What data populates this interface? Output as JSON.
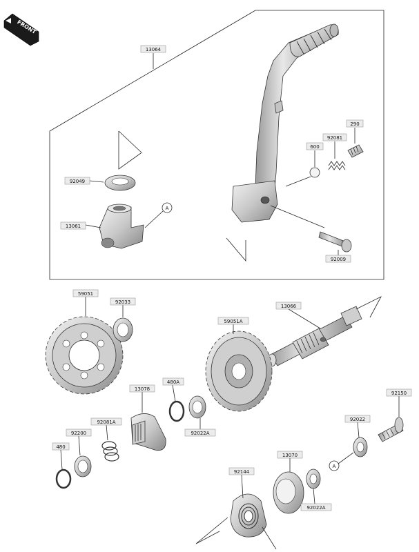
{
  "front_badge": {
    "text": "FRONT"
  },
  "labels": {
    "p13064": "13064",
    "p92049": "92049",
    "p13061": "13061",
    "ref_a_top": "A",
    "p600": "600",
    "p92081": "92081",
    "p290": "290",
    "p92009": "92009",
    "p59051": "59051",
    "p92033": "92033",
    "p13066": "13066",
    "p59051a": "59051A",
    "p480a": "480A",
    "p13078": "13078",
    "p92081a": "92081A",
    "p92022a_1": "92022A",
    "p92200": "92200",
    "p480": "480",
    "p92150": "92150",
    "p92022": "92022",
    "ref_a_bottom": "A",
    "p13070": "13070",
    "p92144": "92144",
    "p92022a_2": "92022A"
  },
  "colors": {
    "part_fill": "#d6d6d6",
    "part_dark": "#9a9a9a",
    "label_bg": "#ececec",
    "line": "#222222"
  }
}
